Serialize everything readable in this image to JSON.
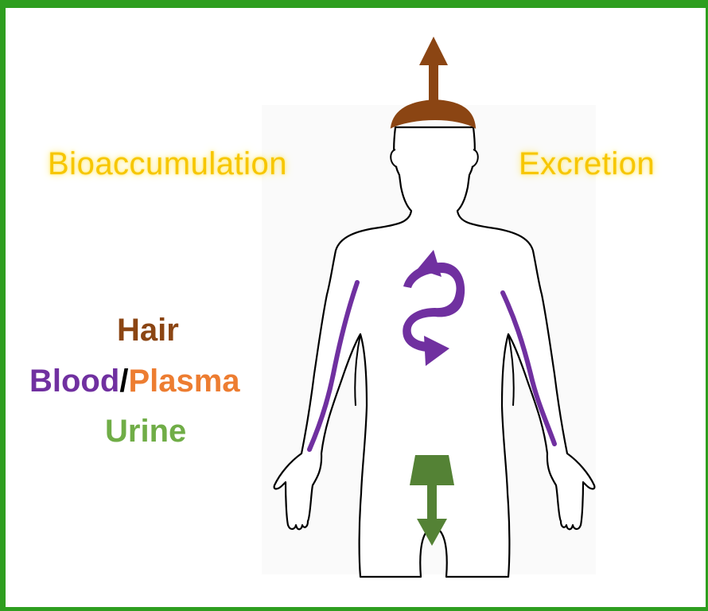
{
  "labels": {
    "bioaccumulation": "Bioaccumulation",
    "excretion": "Excretion"
  },
  "matrices": {
    "hair": "Hair",
    "blood": "Blood",
    "separator": "/",
    "plasma": "Plasma",
    "urine": "Urine"
  },
  "colors": {
    "frame": "#2e9e1f",
    "label_glow": "#f7c600",
    "hair": "#8b4513",
    "blood": "#7030a0",
    "plasma": "#ed7d31",
    "urine": "#70ad47",
    "urine_arrow": "#548235",
    "outline": "#000000"
  },
  "icons": {
    "hair_arrow": "up-arrow-icon",
    "circulation": "circular-arrows-icon",
    "urine_arrow": "down-arrow-icon"
  }
}
